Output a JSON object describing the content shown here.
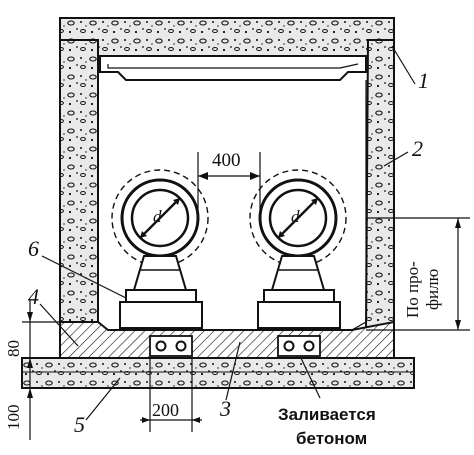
{
  "callouts": {
    "n1": "1",
    "n2": "2",
    "n3": "3",
    "n4": "4",
    "n5": "5",
    "n6": "6"
  },
  "dimensions": {
    "gap": "400",
    "width": "200",
    "height_top": "80",
    "height_bottom": "100",
    "side_line1": "По про-",
    "side_line2": "филю"
  },
  "caption": {
    "line1": "Заливается",
    "line2": "бетоном"
  },
  "colors": {
    "ink": "#111111",
    "paper": "#ffffff",
    "fill": "#e9e9e9"
  }
}
